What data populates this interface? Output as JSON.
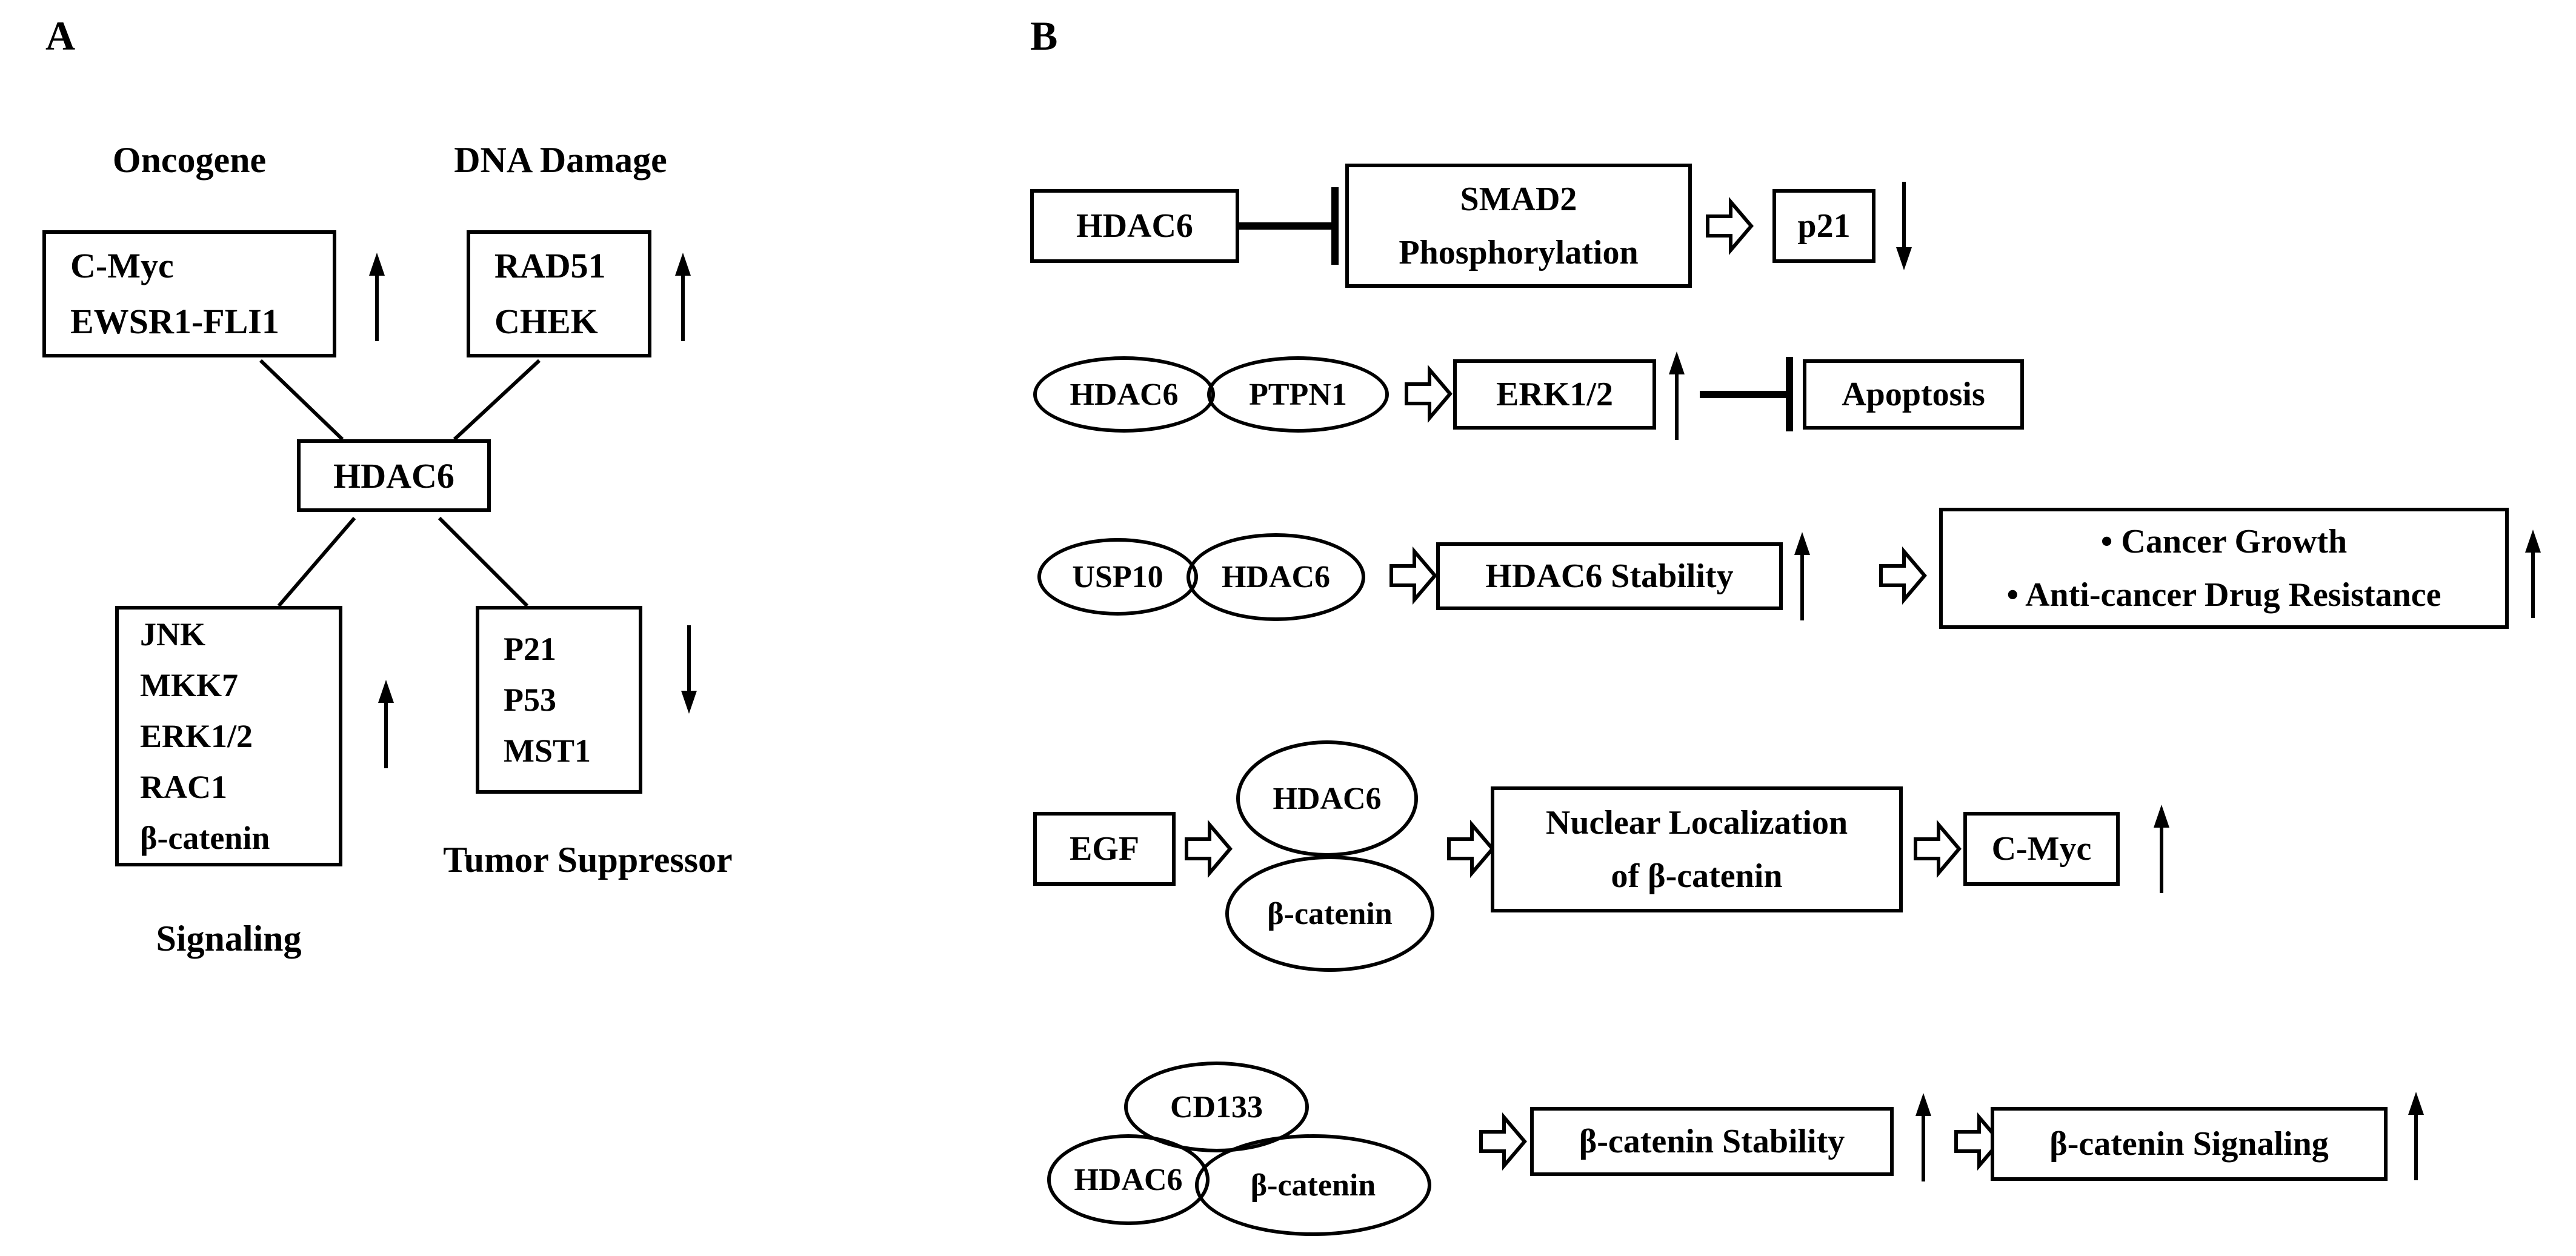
{
  "panel_a": {
    "label": "A",
    "hub": "HDAC6",
    "oncogene": {
      "title": "Oncogene",
      "lines": [
        "C-Myc",
        "EWSR1-FLI1"
      ],
      "direction": "up"
    },
    "dna_damage": {
      "title": "DNA Damage",
      "lines": [
        "RAD51",
        "CHEK"
      ],
      "direction": "up"
    },
    "signaling": {
      "title": "Signaling",
      "lines": [
        "JNK",
        "MKK7",
        "ERK1/2",
        "RAC1",
        "β-catenin"
      ],
      "direction": "up"
    },
    "tumor_suppressor": {
      "title": "Tumor Suppressor",
      "lines": [
        "P21",
        "P53",
        "MST1"
      ],
      "direction": "down"
    }
  },
  "panel_b": {
    "label": "B",
    "row1": {
      "source": "HDAC6",
      "relation": "inhibits",
      "process": [
        "SMAD2",
        "Phosphorylation"
      ],
      "output": "p21",
      "output_direction": "down"
    },
    "row2": {
      "complex": [
        "HDAC6",
        "PTPN1"
      ],
      "effector": "ERK1/2",
      "effector_direction": "up",
      "relation": "inhibits",
      "target": "Apoptosis"
    },
    "row3": {
      "complex": [
        "USP10",
        "HDAC6"
      ],
      "effect": "HDAC6 Stability",
      "effect_direction": "up",
      "outcomes": [
        "• Cancer Growth",
        "• Anti-cancer Drug Resistance"
      ],
      "outcome_direction": "up"
    },
    "row4": {
      "stimulus": "EGF",
      "complex": [
        "HDAC6",
        "β-catenin"
      ],
      "effect": [
        "Nuclear Localization",
        "of β-catenin"
      ],
      "output": "C-Myc",
      "output_direction": "up"
    },
    "row5": {
      "complex": [
        "CD133",
        "HDAC6",
        "β-catenin"
      ],
      "effect": "β-catenin Stability",
      "effect_direction": "up",
      "outcome": "β-catenin Signaling",
      "outcome_direction": "up"
    }
  },
  "colors": {
    "ink": "#000000",
    "background": "#ffffff"
  }
}
